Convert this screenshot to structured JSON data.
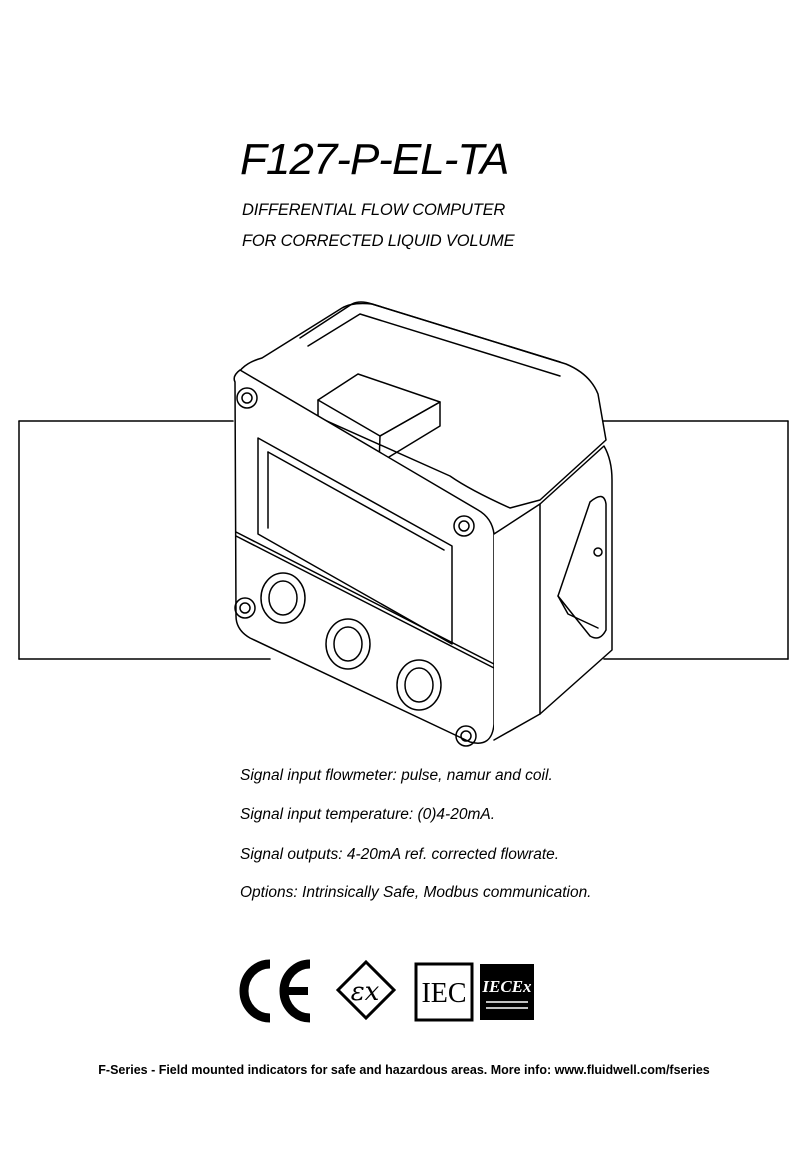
{
  "header": {
    "title": "F127-P-EL-TA",
    "subtitle_line1": "DIFFERENTIAL FLOW COMPUTER",
    "subtitle_line2": "FOR CORRECTED LIQUID VOLUME"
  },
  "illustration": {
    "subject": "field-mounted-indicator-housing"
  },
  "specs": [
    "Signal input flowmeter: pulse, namur and coil.",
    "Signal input temperature: (0)4-20mA.",
    "Signal outputs: 4-20mA ref. corrected flowrate.",
    "Options: Intrinsically Safe, Modbus communication."
  ],
  "certifications": {
    "iec_label": "IEC",
    "iecex_label": "IECEx"
  },
  "footer": {
    "text": "F-Series - Field mounted indicators for safe and hazardous areas. More info: www.fluidwell.com/fseries"
  }
}
